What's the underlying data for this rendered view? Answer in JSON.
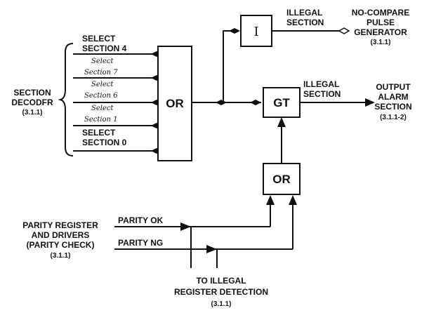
{
  "decoder": {
    "line1": "SECTION",
    "line2": "DECODFR",
    "ref": "(3.1.1)"
  },
  "select_labels": [
    {
      "l1": "SELECT",
      "l2": "SECTION 4"
    },
    {
      "l1": "Select",
      "l2": "Section 7"
    },
    {
      "l1": "Select",
      "l2": "Section 6"
    },
    {
      "l1": "Select",
      "l2": "Section 1"
    },
    {
      "l1": "SELECT",
      "l2": "SECTION 0"
    }
  ],
  "blocks": {
    "or_main": "OR",
    "inverter": "I",
    "gate": "GT",
    "or_parity": "OR"
  },
  "illegal_top": {
    "l1": "ILLEGAL",
    "l2": "SECTION"
  },
  "illegal_mid": {
    "l1": "ILLEGAL",
    "l2": "SECTION"
  },
  "no_compare": {
    "l1": "NO-COMPARE",
    "l2": "PULSE",
    "l3": "GENERATOR",
    "ref": "(3.1.1)"
  },
  "output_alarm": {
    "l1": "OUTPUT",
    "l2": "ALARM",
    "l3": "SECTION",
    "ref": "(3.1.1-2)"
  },
  "parity_source": {
    "l1": "PARITY REGISTER",
    "l2": "AND DRIVERS",
    "l3": "(PARITY CHECK)",
    "ref": "(3.1.1)"
  },
  "parity_ok": "PARITY OK",
  "parity_ng": "PARITY NG",
  "to_illegal": {
    "l1": "TO ILLEGAL",
    "l2": "REGISTER DETECTION",
    "ref": "(3.1.1)"
  }
}
